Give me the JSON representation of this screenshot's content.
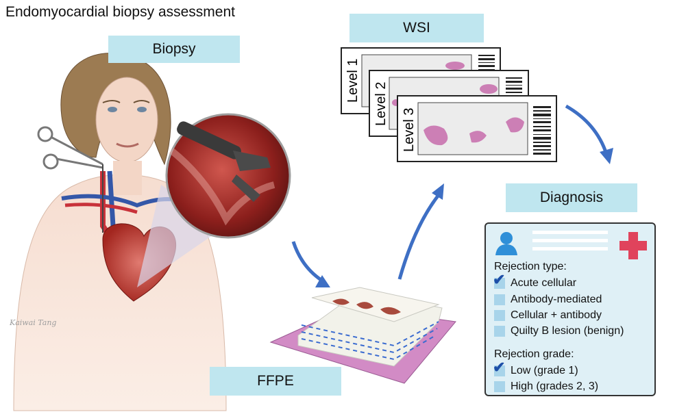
{
  "title": "Endomyocardial biopsy assessment",
  "labels": {
    "biopsy": "Biopsy",
    "wsi": "WSI",
    "diagnosis": "Diagnosis",
    "ffpe": "FFPE"
  },
  "slides": [
    {
      "level": "Level 1"
    },
    {
      "level": "Level 2"
    },
    {
      "level": "Level 3"
    }
  ],
  "signature": "Kaiwai Tang",
  "diagnosis_card": {
    "rejection_type_title": "Rejection type:",
    "rejection_types": [
      {
        "label": "Acute cellular",
        "checked": true
      },
      {
        "label": "Antibody-mediated",
        "checked": false
      },
      {
        "label": "Cellular + antibody",
        "checked": false
      },
      {
        "label": "Quilty B lesion (benign)",
        "checked": false
      }
    ],
    "rejection_grade_title": "Rejection grade:",
    "rejection_grades": [
      {
        "label": "Low (grade 1)",
        "checked": true
      },
      {
        "label": "High (grades 2, 3)",
        "checked": false
      }
    ],
    "colors": {
      "check": "#1d4fa8",
      "cross": "#e0435c",
      "user_icon": "#2f8fd8",
      "card_bg": "#dff0f6"
    }
  },
  "icons": [
    "user-icon",
    "medical-cross-icon",
    "check-icon"
  ]
}
